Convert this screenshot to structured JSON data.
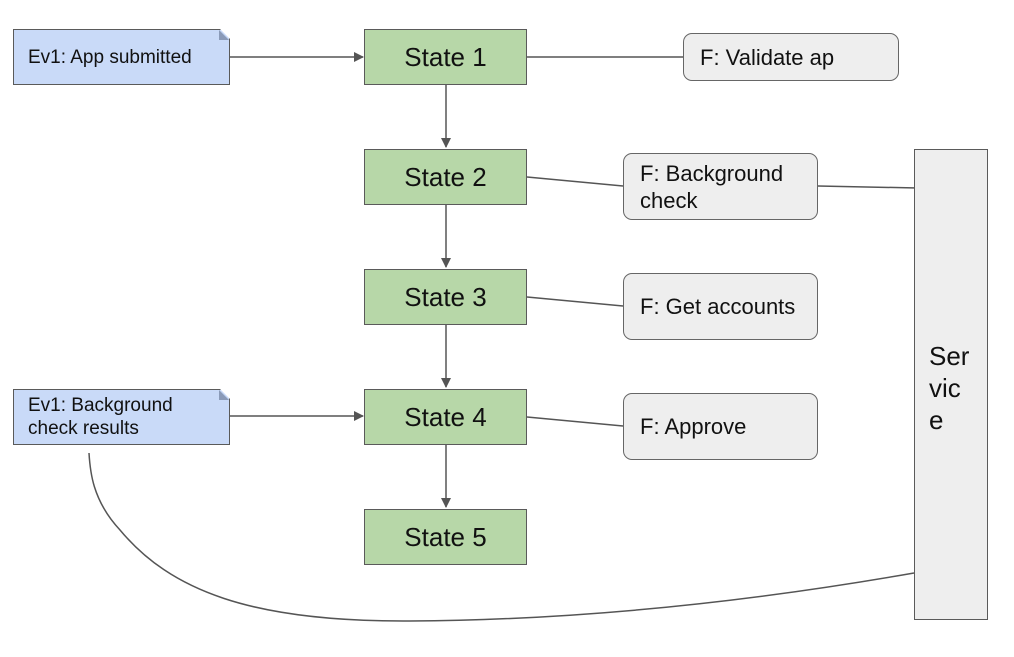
{
  "events": {
    "app_submitted": "Ev1: App submitted",
    "background_results": "Ev1: Background check results"
  },
  "states": [
    "State 1",
    "State 2",
    "State 3",
    "State 4",
    "State 5"
  ],
  "functions": {
    "validate": "F: Validate ap",
    "background": "F: Background check",
    "accounts": "F: Get accounts",
    "approve": "F: Approve"
  },
  "service": "Service",
  "colors": {
    "state_fill": "#b7d7a8",
    "event_fill": "#c9daf8",
    "function_fill": "#eeeeee",
    "line": "#555555"
  }
}
